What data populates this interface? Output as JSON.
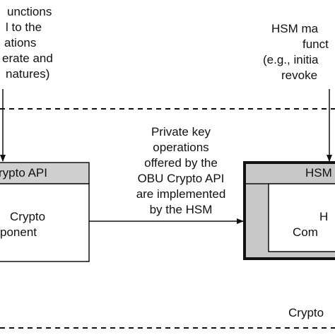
{
  "left_note": {
    "lines": [
      "unctions",
      "l to the",
      "ations",
      "erate and",
      "natures)"
    ]
  },
  "right_note": {
    "lines": [
      "HSM ma",
      "funct",
      "(e.g., initia",
      "revoke "
    ]
  },
  "center_note": {
    "lines": [
      "Private key",
      "operations",
      "offered by the",
      "OBU Crypto API",
      "are implemented",
      "by the HSM"
    ]
  },
  "left_box": {
    "header": "rypto API",
    "body_lines": [
      "Crypto",
      "ponent"
    ]
  },
  "right_box": {
    "header": "HSM",
    "body_lines": [
      "H",
      "Com"
    ]
  },
  "bottom_label": "Crypto",
  "colors": {
    "header_fill": "#cfcfcf",
    "frame_fill": "#c8c8c8",
    "line": "#111111"
  }
}
